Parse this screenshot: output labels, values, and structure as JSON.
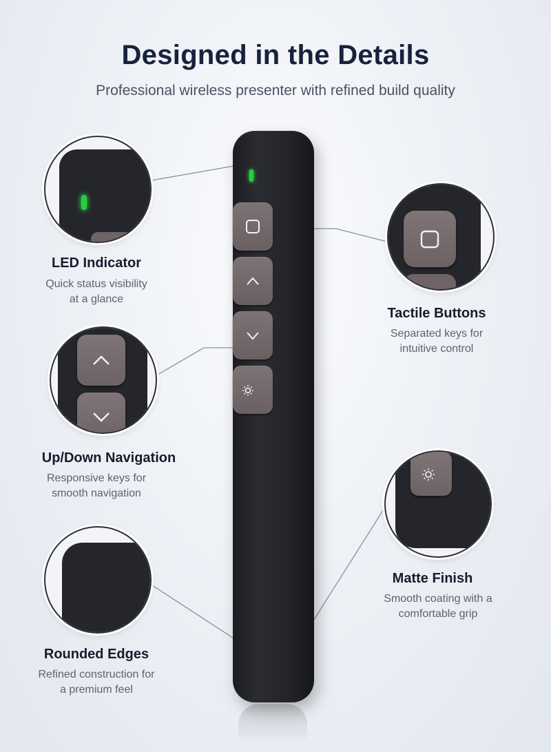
{
  "header": {
    "title": "Designed in the Details",
    "subtitle": "Professional wireless presenter with refined build quality"
  },
  "features": {
    "led": {
      "title": "LED Indicator",
      "line1": "Quick status visibility",
      "line2": "at a glance"
    },
    "tactile": {
      "title": "Tactile Buttons",
      "line1": "Separated keys for",
      "line2": "intuitive control"
    },
    "updown": {
      "title": "Up/Down Navigation",
      "line1": "Responsive keys for",
      "line2": "smooth navigation"
    },
    "matte": {
      "title": "Matte Finish",
      "line1": "Smooth coating with a",
      "line2": "comfortable grip"
    },
    "rounded": {
      "title": "Rounded Edges",
      "line1": "Refined construction for",
      "line2": "a premium feel"
    }
  },
  "device": {
    "led_color": "#22d13c",
    "body_color": "#232428",
    "key_color": "#7a6f71",
    "keys": [
      "square-icon",
      "chevron-up-icon",
      "chevron-down-icon",
      "brightness-icon"
    ]
  }
}
